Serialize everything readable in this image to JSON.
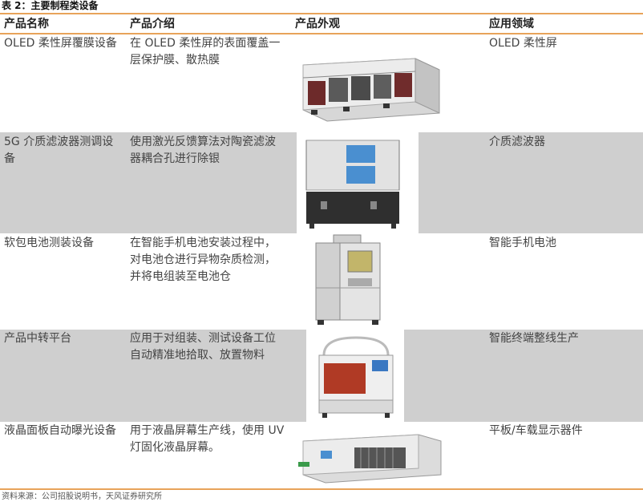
{
  "table_title": "表 2：主要制程类设备",
  "headers": [
    "产品名称",
    "产品介绍",
    "产品外观",
    "应用领域"
  ],
  "rows": [
    {
      "name": "OLED 柔性屏覆膜设备",
      "intro": "在 OLED 柔性屏的表面覆盖一层保护膜、散热膜",
      "field": "OLED 柔性屏"
    },
    {
      "name": "5G 介质滤波器测调设备",
      "intro": "使用激光反馈算法对陶瓷滤波器耦合孔进行除银",
      "field": "介质滤波器"
    },
    {
      "name": "软包电池测装设备",
      "intro": "在智能手机电池安装过程中，对电池仓进行异物杂质检测，并将电组装至电池仓",
      "field": "智能手机电池"
    },
    {
      "name": "产品中转平台",
      "intro": "应用于对组装、测试设备工位自动精准地拾取、放置物料",
      "field": "智能终端整线生产"
    },
    {
      "name": "液晶面板自动曝光设备",
      "intro": "用于液晶屏幕生产线，使用 UV 灯固化液晶屏幕。",
      "field": "平板/车载显示器件"
    }
  ],
  "source": "资料来源：公司招股说明书，天风证券研究所",
  "colors": {
    "accent": "#e8a35a",
    "shade": "#cfcfcf"
  }
}
